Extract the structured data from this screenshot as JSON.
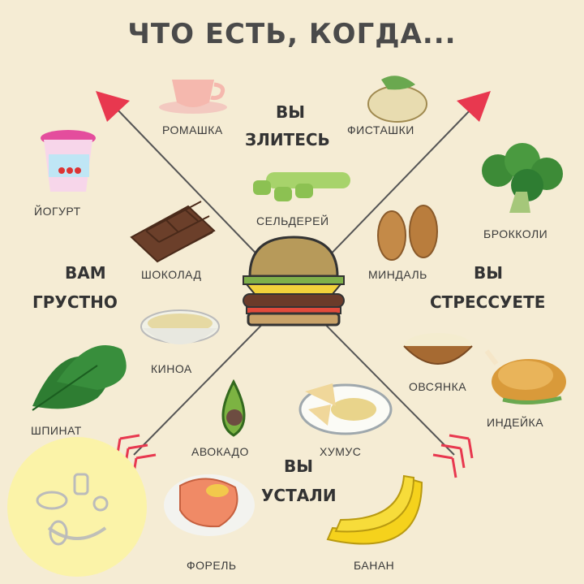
{
  "title": "ЧТО ЕСТЬ, КОГДА...",
  "moods": {
    "angry": [
      "ВЫ",
      "ЗЛИТЕСЬ"
    ],
    "sad": [
      "ВАМ",
      "ГРУСТНО"
    ],
    "stressed": [
      "ВЫ",
      "СТРЕССУЕТЕ"
    ],
    "tired": [
      "ВЫ",
      "УСТАЛИ"
    ]
  },
  "foods": {
    "chamomile": "РОМАШКА",
    "pistachios": "ФИСТАШКИ",
    "celery": "СЕЛЬДЕРЕЙ",
    "yogurt": "ЙОГУРТ",
    "chocolate": "ШОКОЛАД",
    "quinoa": "КИНОА",
    "spinach": "ШПИНАТ",
    "broccoli": "БРОККОЛИ",
    "almonds": "МИНДАЛЬ",
    "oatmeal": "ОВСЯНКА",
    "turkey": "ИНДЕЙКА",
    "avocado": "АВОКАДО",
    "hummus": "ХУМУС",
    "trout": "ФОРЕЛЬ",
    "banana": "БАНАН"
  }
}
